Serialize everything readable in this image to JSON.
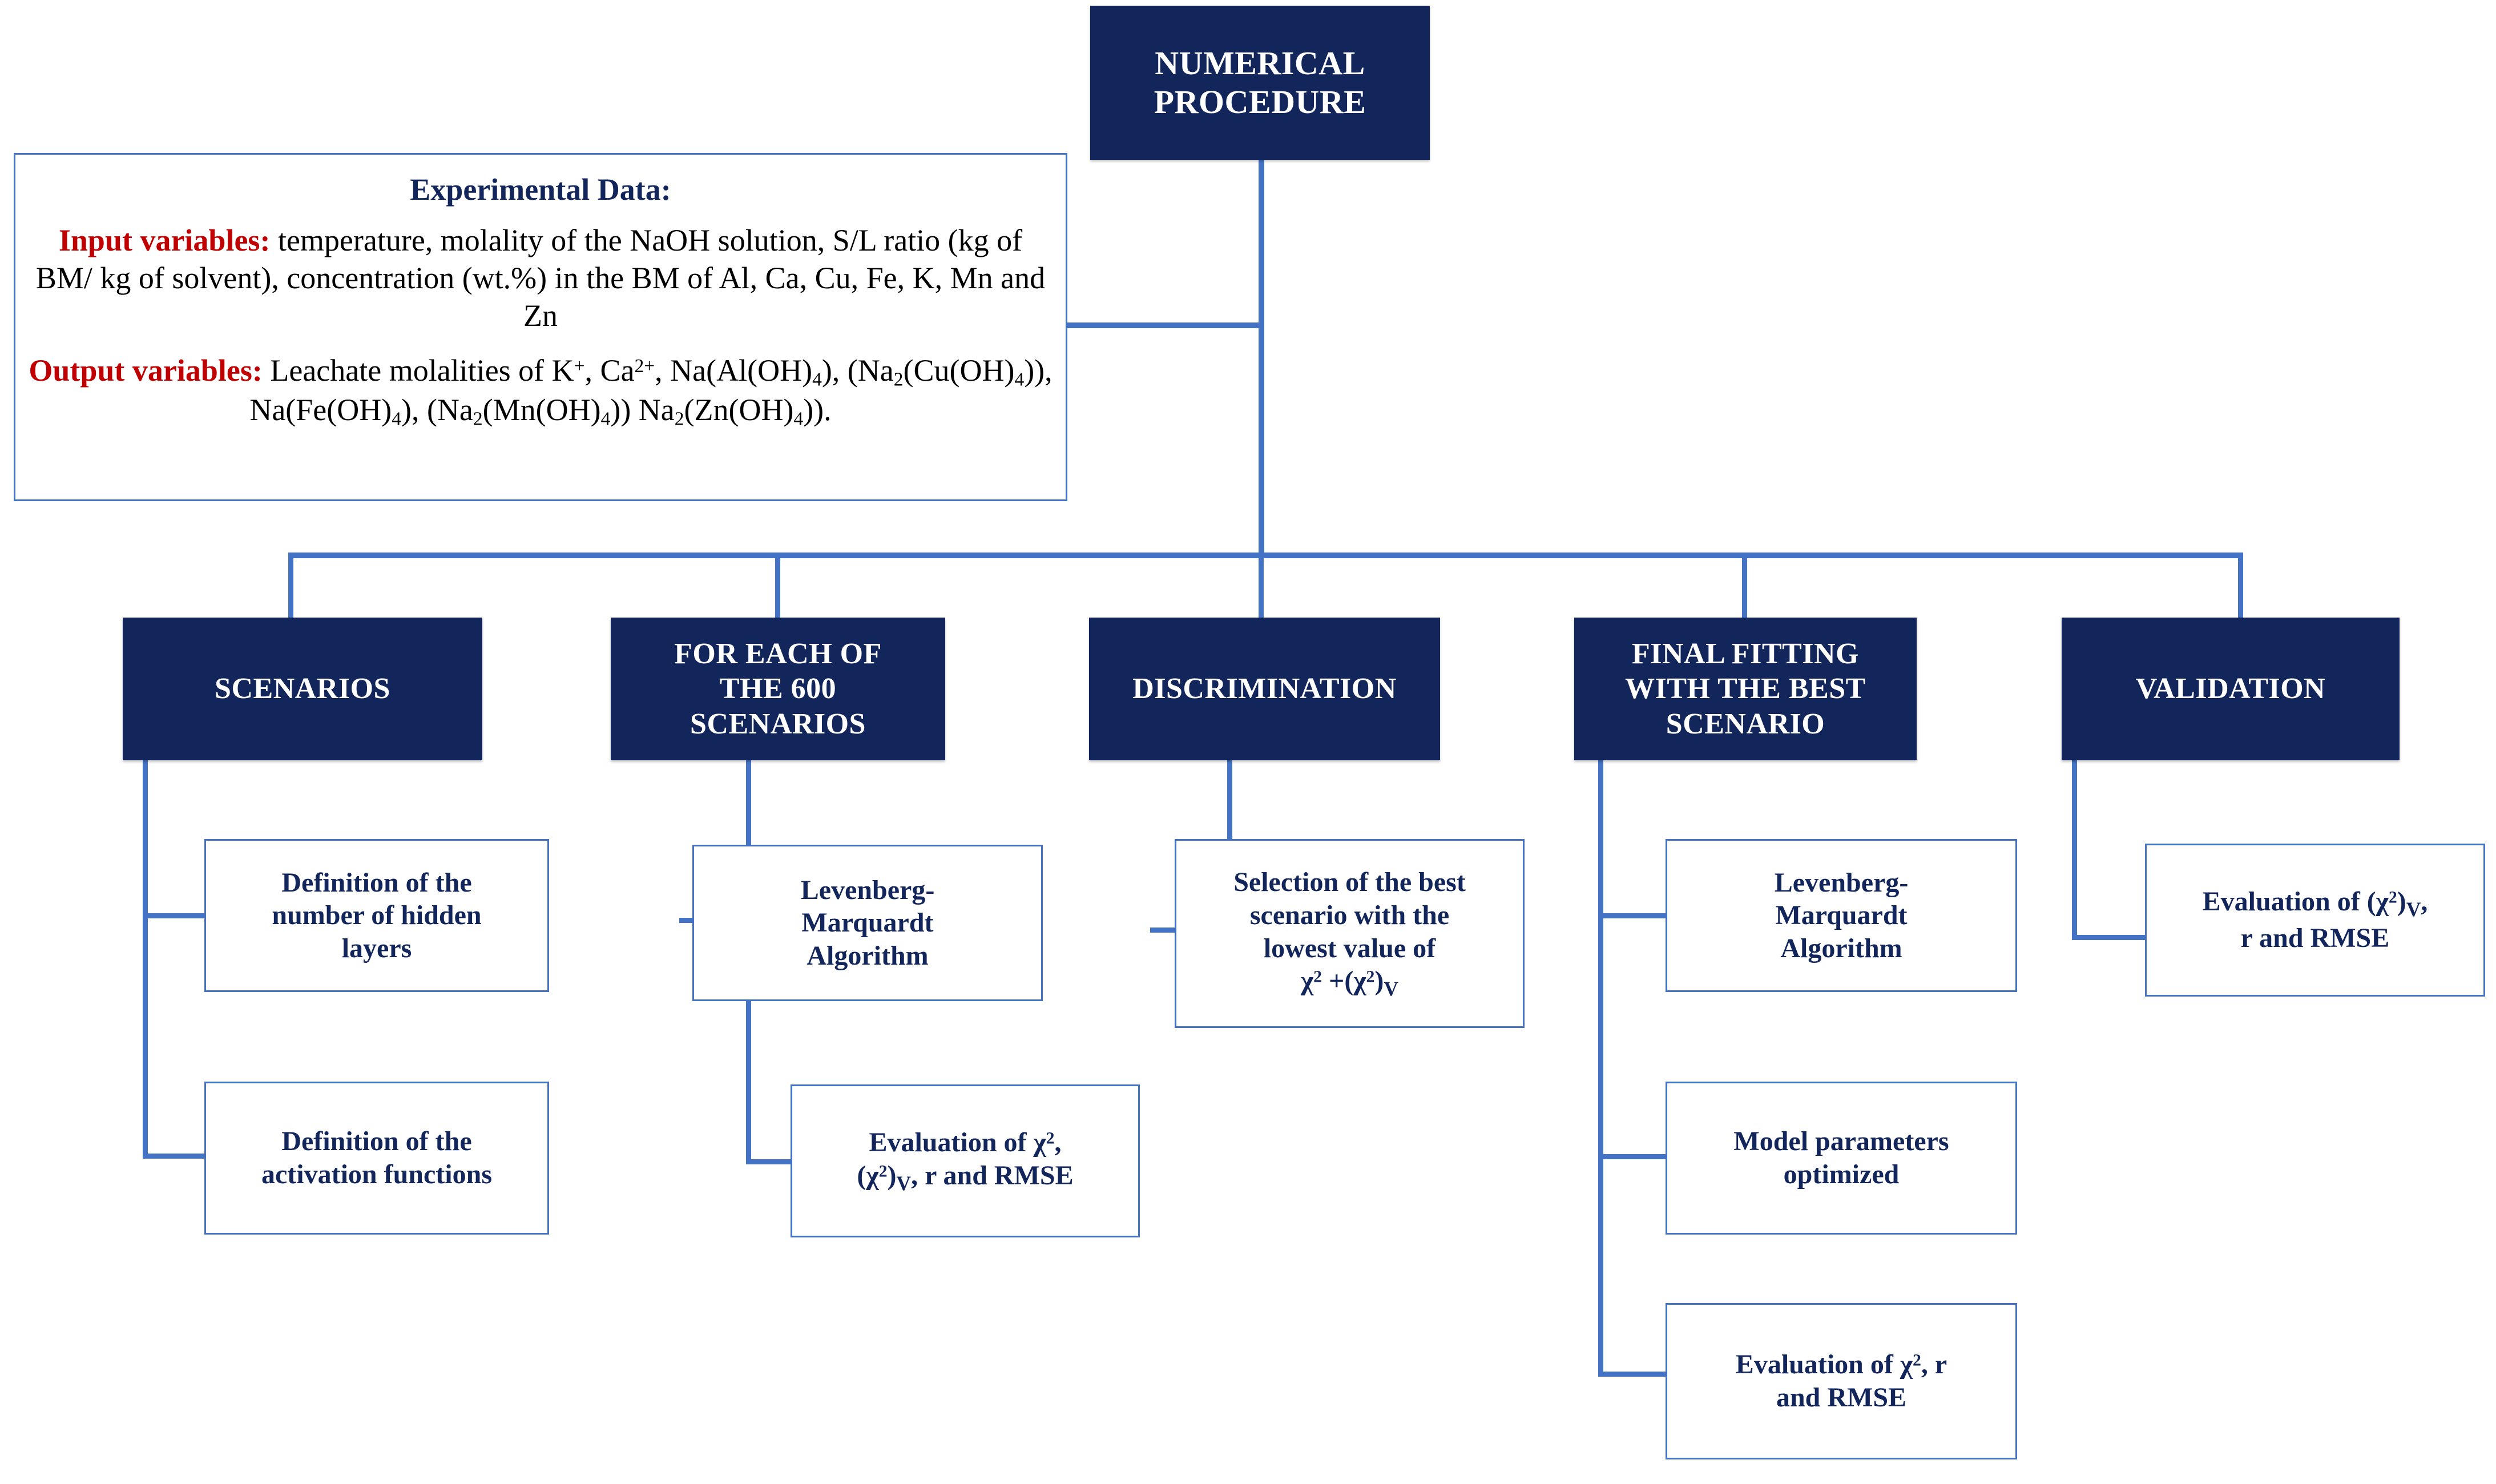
{
  "diagram": {
    "root": {
      "title_line1": "NUMERICAL",
      "title_line2": "PROCEDURE"
    },
    "experimental_data": {
      "heading": "Experimental Data:",
      "input_label": "Input variables:",
      "input_text": " temperature, molality of the NaOH solution, S/L ratio (kg of BM/ kg of solvent), concentration (wt.%) in the BM of Al, Ca, Cu, Fe, K, Mn and Zn",
      "output_label": "Output variables:",
      "output_text": " Leachate molalities of K⁺, Ca²⁺, Na(Al(OH)₄), (Na₂(Cu(OH)₄)), Na(Fe(OH)₄), (Na₂(Mn(OH)₄)) Na₂(Zn(OH)₄))."
    },
    "columns": [
      {
        "header": "SCENARIOS",
        "header_lines": [
          "SCENARIOS"
        ],
        "children": [
          {
            "text": "Definition of the number of hidden layers",
            "lines": [
              "Definition of the",
              "number of hidden",
              "layers"
            ]
          },
          {
            "text": "Definition of the activation functions",
            "lines": [
              "Definition of the",
              "activation functions"
            ]
          }
        ]
      },
      {
        "header": "FOR EACH OF THE 600 SCENARIOS",
        "header_lines": [
          "FOR EACH OF",
          "THE 600",
          "SCENARIOS"
        ],
        "children": [
          {
            "text": "Levenberg-Marquardt Algorithm",
            "lines": [
              "Levenberg-",
              "Marquardt",
              "Algorithm"
            ]
          },
          {
            "text": "Evaluation of χ², (χ²)V, r and RMSE",
            "lines": [
              "Evaluation of χ²,",
              "(χ²)V, r and RMSE"
            ]
          }
        ]
      },
      {
        "header": "DISCRIMINATION",
        "header_lines": [
          "DISCRIMINATION"
        ],
        "children": [
          {
            "text": "Selection of the best scenario with the lowest value of χ² +(χ²)V",
            "lines": [
              "Selection of the best",
              "scenario with the",
              "lowest value of",
              "χ² +(χ²)V"
            ]
          }
        ]
      },
      {
        "header": "FINAL FITTING WITH THE BEST SCENARIO",
        "header_lines": [
          "FINAL FITTING",
          "WITH THE BEST",
          "SCENARIO"
        ],
        "children": [
          {
            "text": "Levenberg-Marquardt Algorithm",
            "lines": [
              "Levenberg-",
              "Marquardt",
              "Algorithm"
            ]
          },
          {
            "text": "Model parameters optimized",
            "lines": [
              "Model parameters",
              "optimized"
            ]
          },
          {
            "text": "Evaluation of χ², r and RMSE",
            "lines": [
              "Evaluation of χ², r",
              "and RMSE"
            ]
          }
        ]
      },
      {
        "header": "VALIDATION",
        "header_lines": [
          "VALIDATION"
        ],
        "children": [
          {
            "text": "Evaluation of (χ²)V, r and RMSE",
            "lines": [
              "Evaluation of (χ²)V,",
              "r and RMSE"
            ]
          }
        ]
      }
    ],
    "colors": {
      "navy_fill": "#12265C",
      "connector_blue": "#4472C4",
      "label_red": "#C00000",
      "box_text_navy": "#12265C",
      "background": "#FFFFFF"
    }
  }
}
